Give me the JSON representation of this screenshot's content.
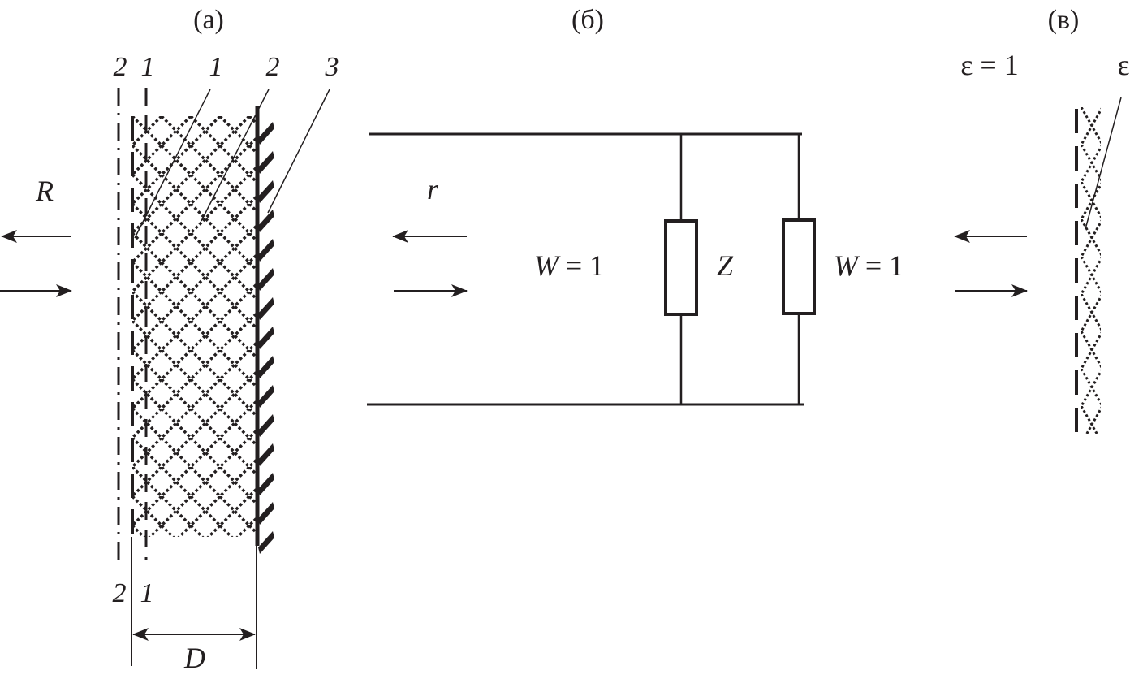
{
  "figure": {
    "panels": [
      {
        "id": "a",
        "label": "(а)",
        "top_layer_labels": [
          "2",
          "1",
          "1",
          "2",
          "3"
        ],
        "bottom_layer_labels": [
          "2",
          "1"
        ],
        "wave_label": "R",
        "thickness_label": "D",
        "parts": {
          "1": "dashed boundary / resistive film",
          "2": "dash-dot boundary / dielectric layer",
          "3": "metal backing (hatched)"
        }
      },
      {
        "id": "b",
        "label": "(б)",
        "wave_label": "r",
        "line_impedance_label": "W = 1",
        "load_impedance_label": "Z",
        "termination_label": "W = 1"
      },
      {
        "id": "c",
        "label": "(в)",
        "medium_label": "ε = 1",
        "layer_label": "ε"
      }
    ],
    "colors": {
      "ink": "#231f20",
      "background": "#ffffff"
    }
  }
}
